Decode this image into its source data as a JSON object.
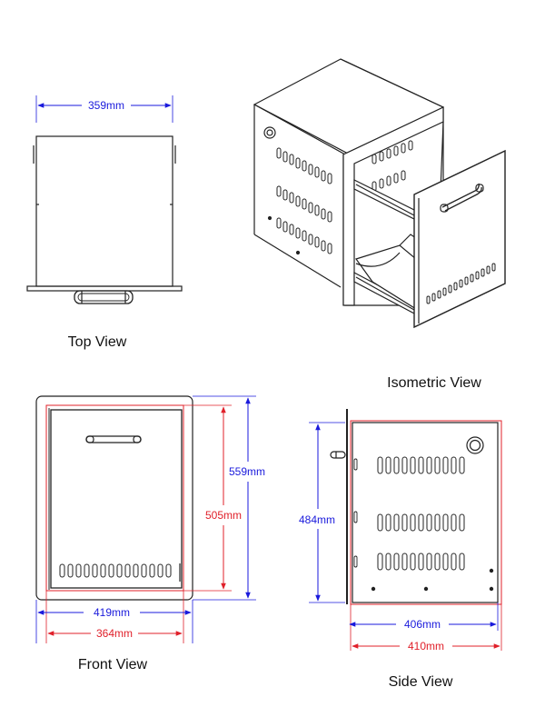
{
  "views": {
    "top": "Top View",
    "isometric": "Isometric View",
    "front": "Front View",
    "side": "Side View"
  },
  "dimensions": {
    "top_width": "359mm",
    "front_outer_width": "419mm",
    "front_inner_width": "364mm",
    "front_outer_height": "559mm",
    "front_inner_height": "505mm",
    "side_height": "484mm",
    "side_depth_inner": "406mm",
    "side_depth_outer": "410mm"
  },
  "colors": {
    "blue_dimension": "#1a1adc",
    "red_dimension": "#e0202a",
    "outline": "#222222"
  }
}
